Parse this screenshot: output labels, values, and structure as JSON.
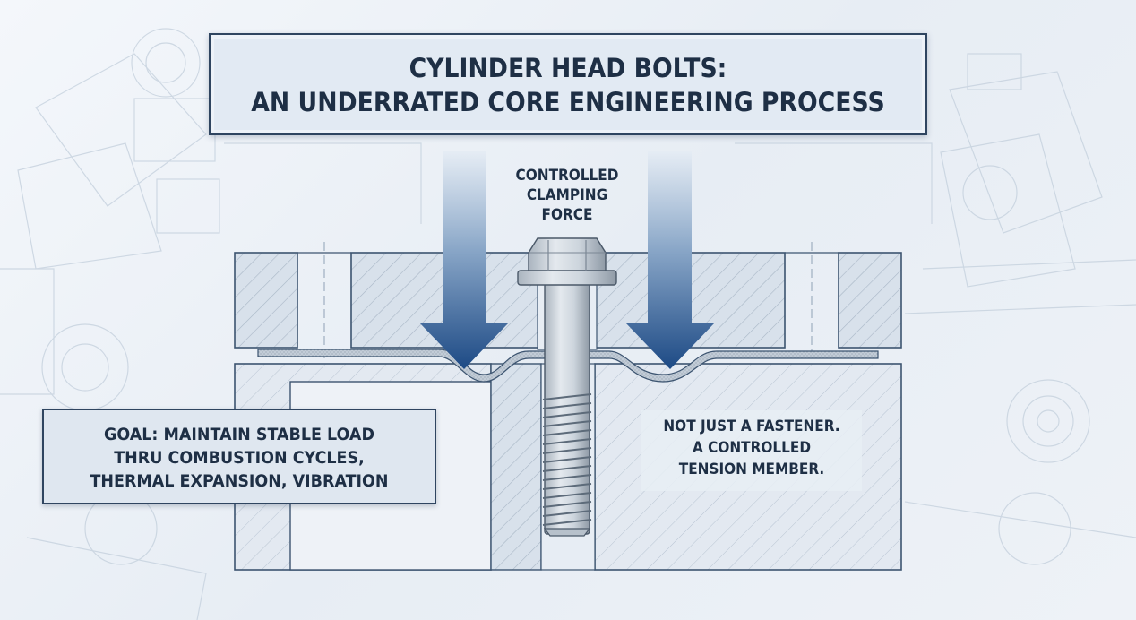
{
  "title": {
    "line1": "CYLINDER HEAD BOLTS:",
    "line2": "AN UNDERRATED CORE ENGINEERING PROCESS"
  },
  "force_label": {
    "line1": "CONTROLLED",
    "line2": "CLAMPING",
    "line3": "FORCE"
  },
  "goal": {
    "line1": "GOAL: MAINTAIN STABLE LOAD",
    "line2": "THRU COMBUSTION CYCLES,",
    "line3": "THERMAL EXPANSION, VIBRATION"
  },
  "note": {
    "line1": "NOT JUST A FASTENER.",
    "line2": "A CONTROLLED",
    "line3": "TENSION MEMBER."
  },
  "colors": {
    "background": "#eaf0f6",
    "ink": "#1e2f45",
    "arrow_dark": "#1f4f8c",
    "arrow_light": "#dfe8f2",
    "block_fill": "#d9e2ec",
    "block_stroke": "#3c5470",
    "gasket": "#b8c4d1"
  },
  "icons": [
    "downward-force-arrow-icon",
    "flange-hex-bolt-icon"
  ]
}
